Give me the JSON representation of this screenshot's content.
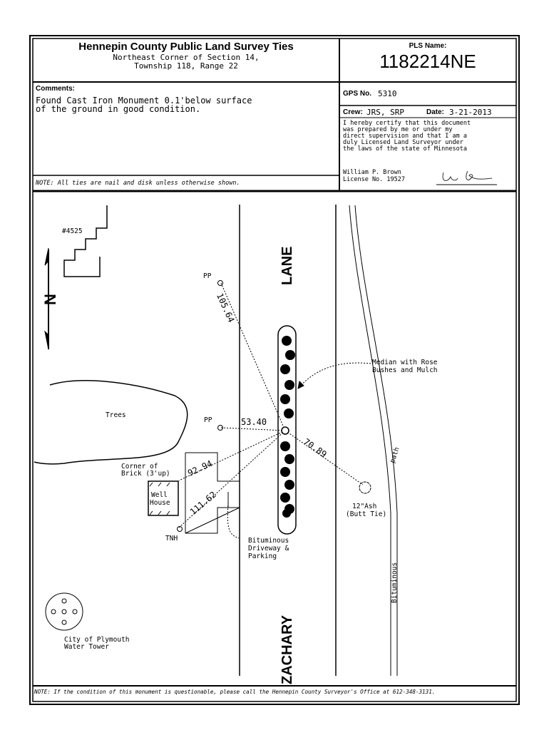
{
  "header": {
    "title": "Hennepin County Public Land Survey Ties",
    "subtitle_line1": "Northeast Corner of Section 14,",
    "subtitle_line2": "Township 118, Range 22",
    "pls_label": "PLS Name:",
    "pls_name": "1182214NE"
  },
  "comments": {
    "label": "Comments:",
    "text_line1": "Found Cast Iron Monument 0.1'below surface",
    "text_line2": "of the ground in good condition."
  },
  "gps": {
    "label": "GPS No.",
    "value": "5310"
  },
  "crew": {
    "label": "Crew:",
    "value": "JRS, SRP",
    "date_label": "Date:",
    "date": "3-21-2013"
  },
  "certification": {
    "lines": [
      "I hereby certify that this document",
      "was prepared by me or under my",
      "direct supervision and that I am a",
      "duly Licensed Land Surveyor under",
      "the laws of the state of Minnesota"
    ],
    "name": "William P. Brown",
    "license": "License No. 19527",
    "signature": "Wm Brown"
  },
  "note_ties": "NOTE: All ties are nail and disk unless otherwise shown.",
  "note_bottom": "NOTE: If the condition of this monument is questionable, please call the Hennepin County Surveyor's Office at 612-348-3131.",
  "map": {
    "building_number": "#4525",
    "north": "N",
    "street_top": "LANE",
    "street_bottom": "ZACHARY",
    "pp_top": "PP",
    "dist_pp_top": "105.64",
    "pp_left": "PP",
    "dist_pp_left": "53.40",
    "dist_tree": "70.89",
    "dist_brick": "92.94",
    "dist_tnh": "111.62",
    "trees": "Trees",
    "corner_line1": "Corner of",
    "corner_line2": "Brick (3'up)",
    "well_line1": "Well",
    "well_line2": "House",
    "tnh": "TNH",
    "driveway_line1": "Bituminous",
    "driveway_line2": "Driveway &",
    "driveway_line3": "Parking",
    "median_line1": "Median with Rose",
    "median_line2": "Bushes and Mulch",
    "ash_line1": "12\"Ash",
    "ash_line2": "(Butt Tie)",
    "path": "path",
    "bituminous": "Bituminous",
    "tower_line1": "City of Plymouth",
    "tower_line2": "Water Tower"
  }
}
